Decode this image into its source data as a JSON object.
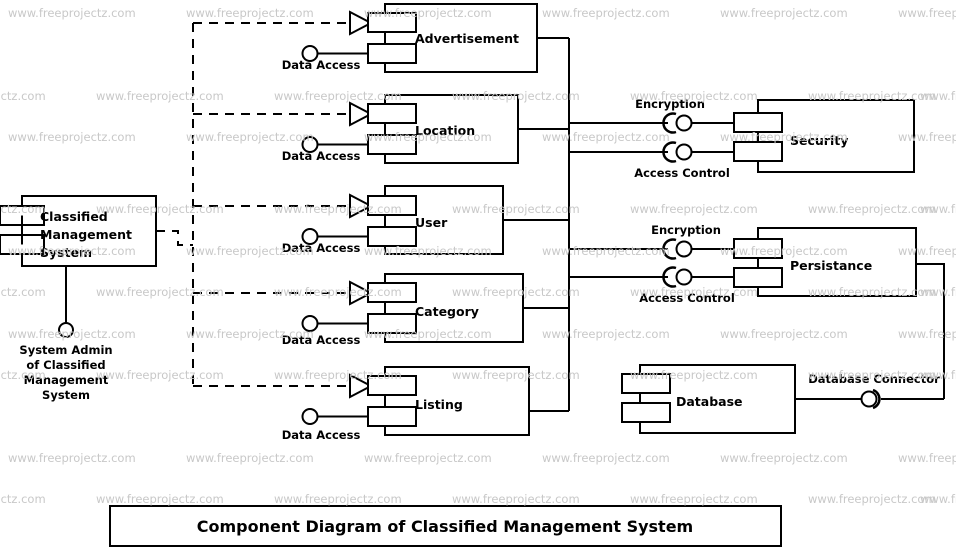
{
  "diagram": {
    "title": "Component Diagram of Classified Management System",
    "watermark_text": "www.freeprojectz.com",
    "system": {
      "name": "Classified Management System",
      "name_lines": [
        "Classified",
        "Management",
        "System"
      ]
    },
    "actor": {
      "name": "System Admin of Classified Management System",
      "name_lines": [
        "System Admin",
        "of Classified",
        "Management",
        "System"
      ]
    },
    "components": [
      {
        "id": "advertisement",
        "label": "Advertisement",
        "interface": "Data Access"
      },
      {
        "id": "location",
        "label": "Location",
        "interface": "Data Access"
      },
      {
        "id": "user",
        "label": "User",
        "interface": "Data Access"
      },
      {
        "id": "category",
        "label": "Category",
        "interface": "Data Access"
      },
      {
        "id": "listing",
        "label": "Listing",
        "interface": "Data Access"
      }
    ],
    "services": [
      {
        "id": "security",
        "label": "Security",
        "interfaces": [
          "Encryption",
          "Access Control"
        ]
      },
      {
        "id": "persistance",
        "label": "Persistance",
        "interfaces": [
          "Encryption",
          "Access Control"
        ]
      }
    ],
    "database": {
      "label": "Database",
      "connector_label": "Database Connector"
    },
    "colors": {
      "stroke": "#000000",
      "fill": "#ffffff",
      "watermark": "#c8c8c8",
      "background": "#ffffff"
    }
  }
}
